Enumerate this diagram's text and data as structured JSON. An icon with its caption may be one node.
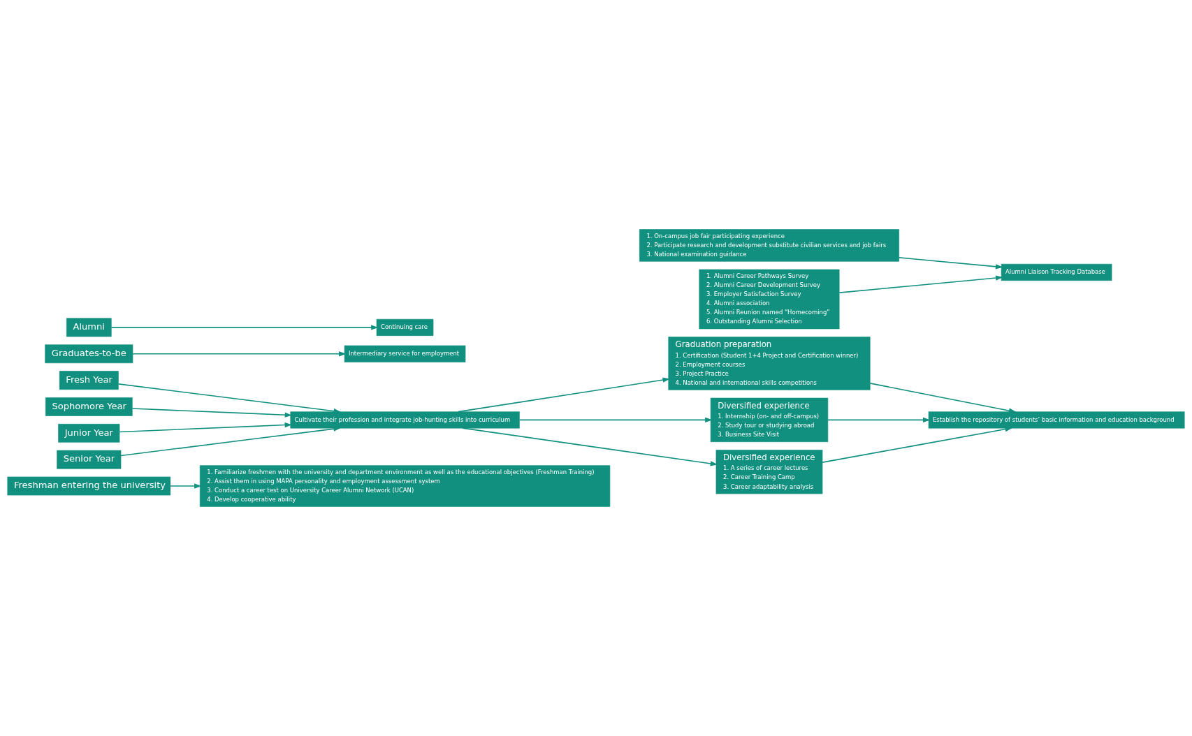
{
  "diagram": {
    "nodes": [
      {
        "text": [
          "Freshman entering the university"
        ]
      },
      {
        "text": [
          "1. Familiarize freshmen with the university and department environment as well as the educational objectives (Freshman Training)",
          "2. Assist them in using MAPA personality and employment assessment system",
          "3. Conduct a career test on University Career Alumni Network (UCAN)",
          "4. Develop cooperative ability"
        ]
      },
      {
        "text": [
          "Fresh Year"
        ]
      },
      {
        "text": [
          "Sophomore Year"
        ]
      },
      {
        "text": [
          "Junior Year"
        ]
      },
      {
        "text": [
          "Senior Year"
        ]
      },
      {
        "text": [
          "Cultivate their profession and integrate job-hunting skills into curriculum"
        ]
      },
      {
        "text": [
          "Graduation preparation",
          "1. Certification (Student 1+4 Project and Certification winner)",
          "2. Employment courses",
          "3. Project Practice",
          "4. National and international skills competitions"
        ]
      },
      {
        "text": [
          "Diversified experience",
          "1. Internship (on- and off-campus)",
          "2. Study tour or studying abroad",
          "3. Business Site Visit"
        ]
      },
      {
        "text": [
          "Diversified experience",
          "1. A series of career lectures",
          "2. Career Training Camp",
          "3. Career adaptability analysis"
        ]
      },
      {
        "text": [
          "Establish the repository of students’ basic information and education background"
        ]
      },
      {
        "text": [
          "Graduates-to-be"
        ]
      },
      {
        "text": [
          "Intermediary service for employment"
        ]
      },
      {
        "text": [
          "1. On-campus job fair participating experience",
          "2. Participate research and development substitute civilian services and job fairs",
          "3. National examination guidance"
        ]
      },
      {
        "text": [
          "Alumni Liaison Tracking Database"
        ]
      },
      {
        "text": [
          "Alumni"
        ]
      },
      {
        "text": [
          "Continuing care"
        ]
      },
      {
        "text": [
          "1. Alumni Career Pathways Survey",
          "2. Alumni Career Development Survey",
          "3. Employer Satisfaction Survey",
          "4. Alumni association",
          "5. Alumni Reunion named “Homecoming”",
          "6. Outstanding Alumni Selection"
        ]
      }
    ],
    "edges": [
      {
        "from": 0,
        "to": 1,
        "arrow": "to"
      },
      {
        "from": 2,
        "to": 6,
        "arrow": "to"
      },
      {
        "from": 3,
        "to": 6,
        "arrow": "to"
      },
      {
        "from": 4,
        "to": 6,
        "arrow": "to"
      },
      {
        "from": 5,
        "to": 6,
        "arrow": "to"
      },
      {
        "from": 6,
        "to": 7,
        "arrow": "to"
      },
      {
        "from": 6,
        "to": 8,
        "arrow": "to"
      },
      {
        "from": 6,
        "to": 9,
        "arrow": "to"
      },
      {
        "from": 7,
        "to": 10,
        "arrow": "to"
      },
      {
        "from": 8,
        "to": 10,
        "arrow": "to"
      },
      {
        "from": 9,
        "to": 10,
        "arrow": "to"
      },
      {
        "from": 11,
        "to": 12,
        "arrow": "to"
      },
      {
        "from": 13,
        "to": 14,
        "arrow": "to"
      },
      {
        "from": 15,
        "to": 16,
        "arrow": "to"
      },
      {
        "from": 17,
        "to": 14,
        "arrow": "to"
      }
    ]
  }
}
